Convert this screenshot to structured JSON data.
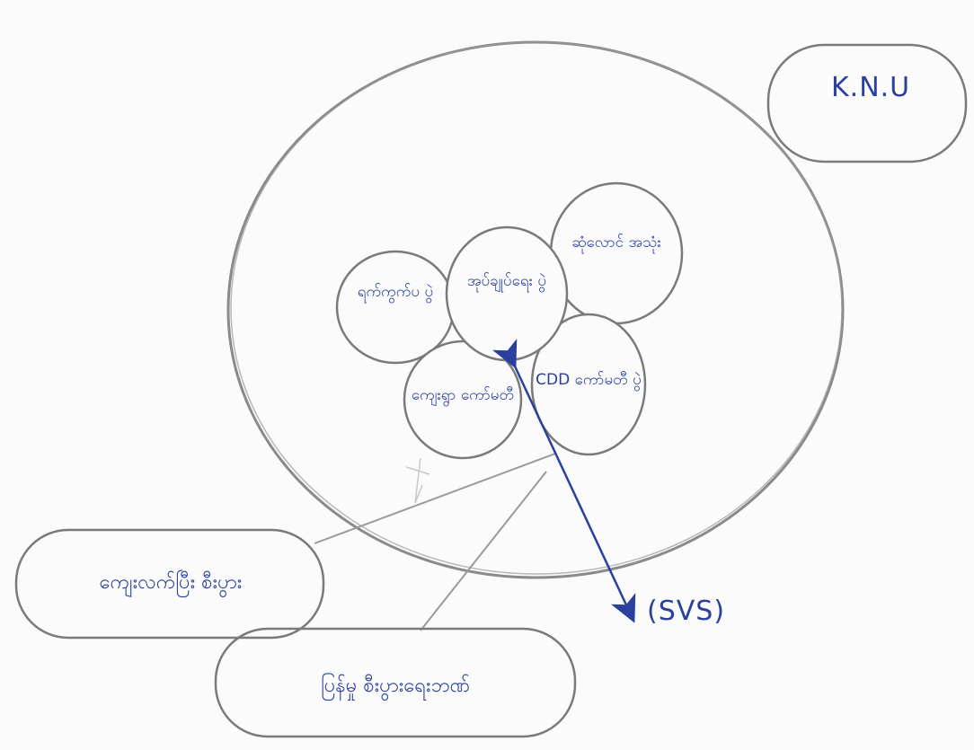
{
  "diagram": {
    "knu_label": "K.N.U",
    "svs_label": "(SVS)",
    "inner_circles": {
      "left": "ရက်ကွက်ပ ပွဲ",
      "center": "အုပ်ချုပ်ရေး ပွဲ",
      "top_right": "ဆုံလောင် အသုံး",
      "bottom_left": "ကျေးရွာ ကော်မတီ",
      "bottom_right": "CDD ကော်မတီ ပွဲ"
    },
    "boxes": {
      "left": "ကျေးလက်ပြီး စီးပွား",
      "bottom": "ပြန်မှု စီးပွားရေးဘဏ်"
    },
    "colors": {
      "pencil": "#7a7a7a",
      "ink": "#2a3f9e",
      "paper": "#fbfbfb"
    }
  }
}
